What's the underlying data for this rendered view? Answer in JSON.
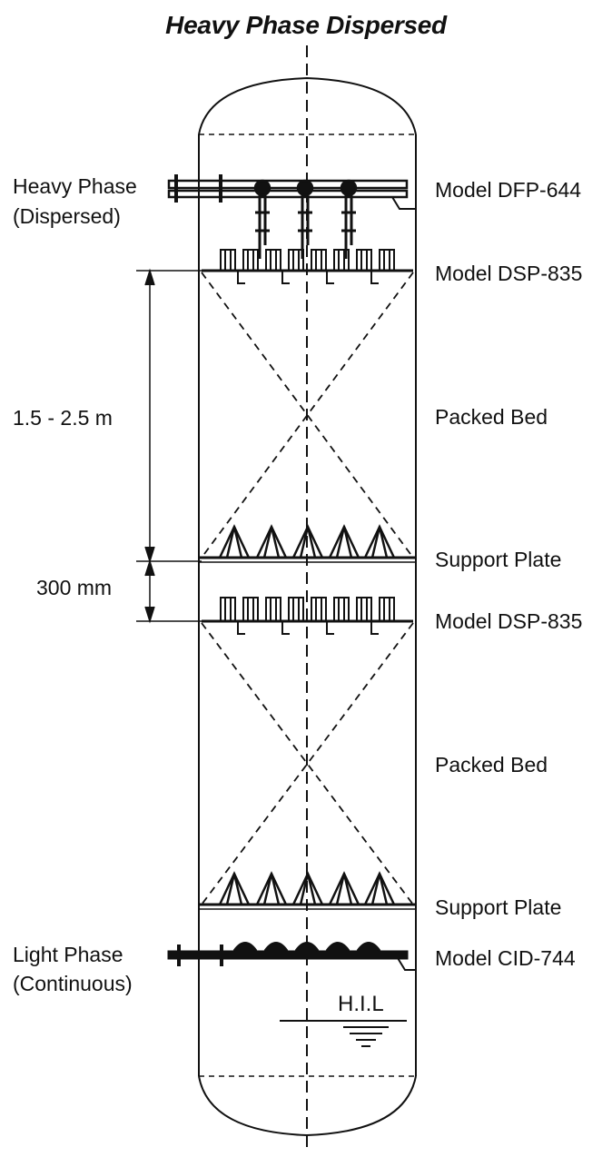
{
  "title": "Heavy Phase Dispersed",
  "inlet_heavy": {
    "line1": "Heavy Phase",
    "line2": "(Dispersed)"
  },
  "inlet_light": {
    "line1": "Light Phase",
    "line2": "(Continuous)"
  },
  "dimensions": {
    "bed_height": "1.5 - 2.5 m",
    "gap": "300 mm"
  },
  "components": {
    "top_distributor": "Model DFP-644",
    "redistributor_1": "Model DSP-835",
    "packed_bed_1": "Packed Bed",
    "support_plate_1": "Support Plate",
    "redistributor_2": "Model DSP-835",
    "packed_bed_2": "Packed Bed",
    "support_plate_2": "Support Plate",
    "bottom_distributor": "Model CID-744"
  },
  "interface_label": "H.I.L",
  "colors": {
    "line": "#111111",
    "background": "#ffffff"
  }
}
